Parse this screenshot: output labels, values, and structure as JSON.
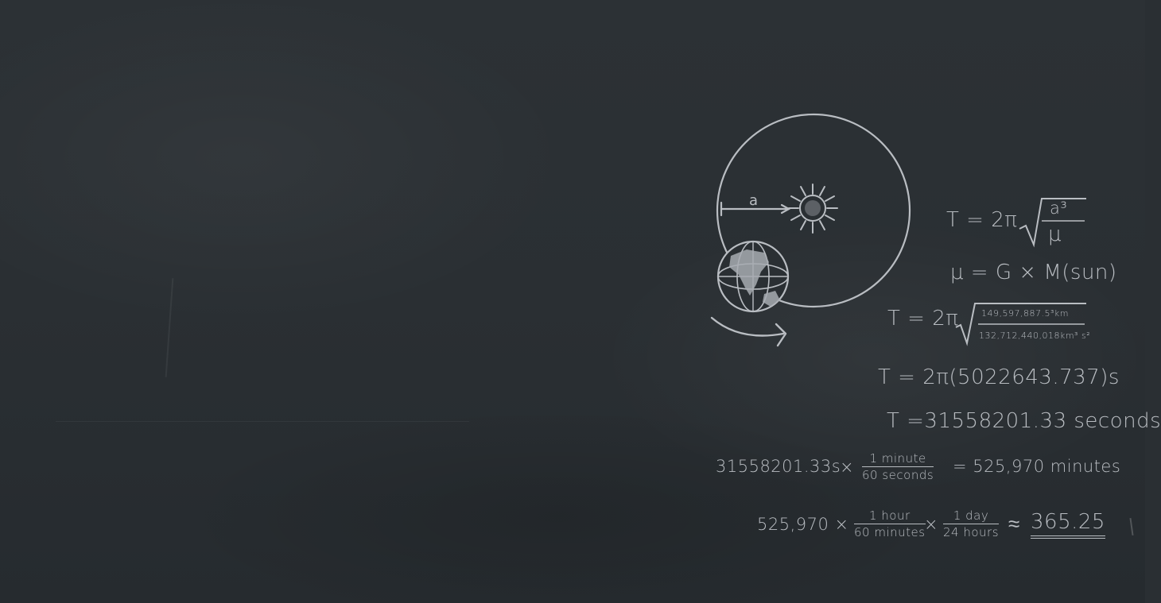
{
  "diagram": {
    "radius_label": "a",
    "earth": "globe-icon",
    "sun": "sun-icon",
    "orbit_arrow": "orbit-arrow-icon"
  },
  "equations": {
    "eq1": {
      "lhs": "T = 2π",
      "num": "a³",
      "den": "μ"
    },
    "eq2": {
      "text": "μ = G × M(sun)"
    },
    "eq3": {
      "lhs": "T = 2π",
      "num": "149,597,887.5³km",
      "den": "132,712,440,018km³ s²"
    },
    "eq4": {
      "text": "T = 2π(5022643.737)s"
    },
    "eq5": {
      "text": "T =31558201.33 seconds"
    },
    "eq6": {
      "lhs": "31558201.33s",
      "times": "×",
      "num": "1 minute",
      "den": "60 seconds",
      "rhs": "= 525,970 minutes"
    },
    "eq7": {
      "lhs": "525,970 ×",
      "num1": "1 hour",
      "den1": "60 minutes",
      "times": "×",
      "num2": "1 day",
      "den2": "24 hours",
      "approx": "≈",
      "result": "365.25"
    }
  },
  "colors": {
    "board": "#2a2f33",
    "chalk": "#b9bdc2"
  }
}
